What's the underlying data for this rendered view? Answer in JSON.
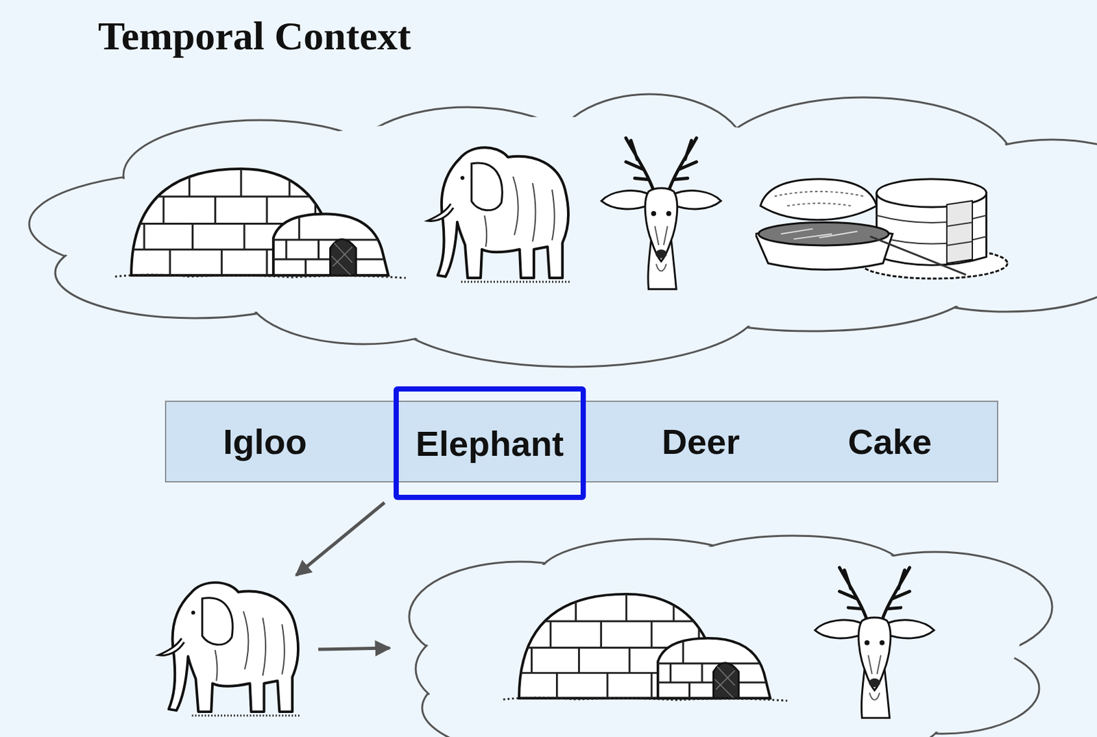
{
  "diagram": {
    "title": "Temporal Context",
    "nodes": [
      {
        "text": [
          "Igloo",
          "Deer",
          "Cake"
        ]
      },
      {
        "text": [
          "Elephant"
        ],
        "in": 0
      }
    ]
  }
}
